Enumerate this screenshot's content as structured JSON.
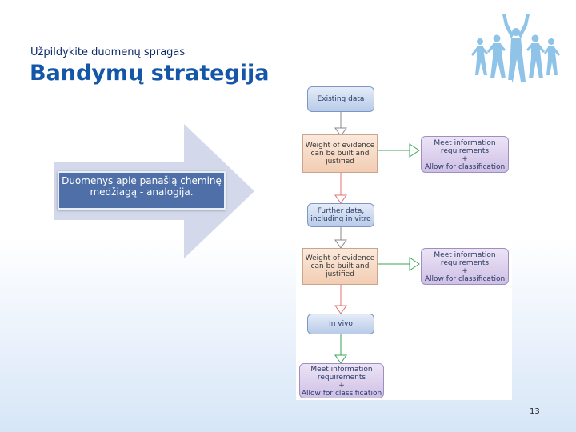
{
  "header": {
    "subtitle": "Užpildykite duomenų spragas",
    "title": "Bandymų strategija"
  },
  "arrow_callout": {
    "text": "Duomenys apie panašią cheminę medžiagą - analogija."
  },
  "flowchart": {
    "existing_data": "Existing data",
    "weight_of_evidence_1": [
      "Weight of evidence",
      "can be built and",
      "justified"
    ],
    "meet_requirements_1": [
      "Meet information",
      "requirements",
      "+",
      "Allow for classification"
    ],
    "further_data": [
      "Further data,",
      "including in vitro"
    ],
    "weight_of_evidence_2": [
      "Weight of evidence",
      "can be built and",
      "justified"
    ],
    "meet_requirements_2": [
      "Meet information",
      "requirements",
      "+",
      "Allow for classification"
    ],
    "in_vivo": "In vivo",
    "meet_requirements_3": [
      "Meet information",
      "requirements",
      "+",
      "Allow for classification"
    ]
  },
  "footer": {
    "page_number": "13"
  },
  "colors": {
    "title": "#1456a8",
    "subtitle": "#0d2a6b",
    "arrow_fill": "#d3d9ea",
    "callout_fill": "#4f6fa8",
    "logo": "#8fc3e8",
    "red_arrow": "#e07070",
    "green_arrow": "#3aa35a"
  },
  "icons": {
    "logo": "runners-logo-icon"
  }
}
